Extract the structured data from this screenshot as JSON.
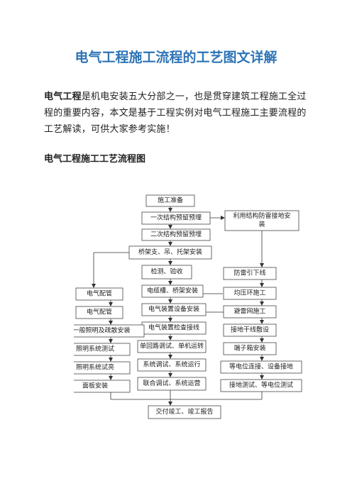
{
  "document": {
    "title": "电气工程施工流程的工艺图文详解",
    "intro_lead": "电气工程",
    "intro_body": "是机电安装五大分部之一，也是贯穿建筑工程施工全过程的重要内容，本文是基于工程实例对电气工程施工主要流程的工艺解读，可供大家参考实施！",
    "section_heading": "电气工程施工工艺流程图"
  },
  "flowchart": {
    "center": [
      "施工准备",
      "一次结构预留预埋",
      "二次结构预留预埋",
      "桥架支、吊、托架安装",
      "检测、验收",
      "电缆槽、桥架安装",
      "电气装置设备安装",
      "电气装置检查接线",
      "单回路调试、单机运转",
      "系统调试、系统运行",
      "联合调试、系统运营"
    ],
    "left": [
      "电气配管",
      "电气配管",
      "一般照明及疏散安装",
      "照明系统测试",
      "照明系统试亮",
      "面板安装"
    ],
    "right_top": [
      "利用结构防雷接地安",
      "装"
    ],
    "right": [
      "防雷引下线",
      "均压环施工",
      "避雷网施工",
      "接地干线敷设",
      "端子箱安装",
      "等电位连接、设备接地",
      "接地测试、等电位测试"
    ],
    "bottom": "交付竣工、竣工报告"
  }
}
